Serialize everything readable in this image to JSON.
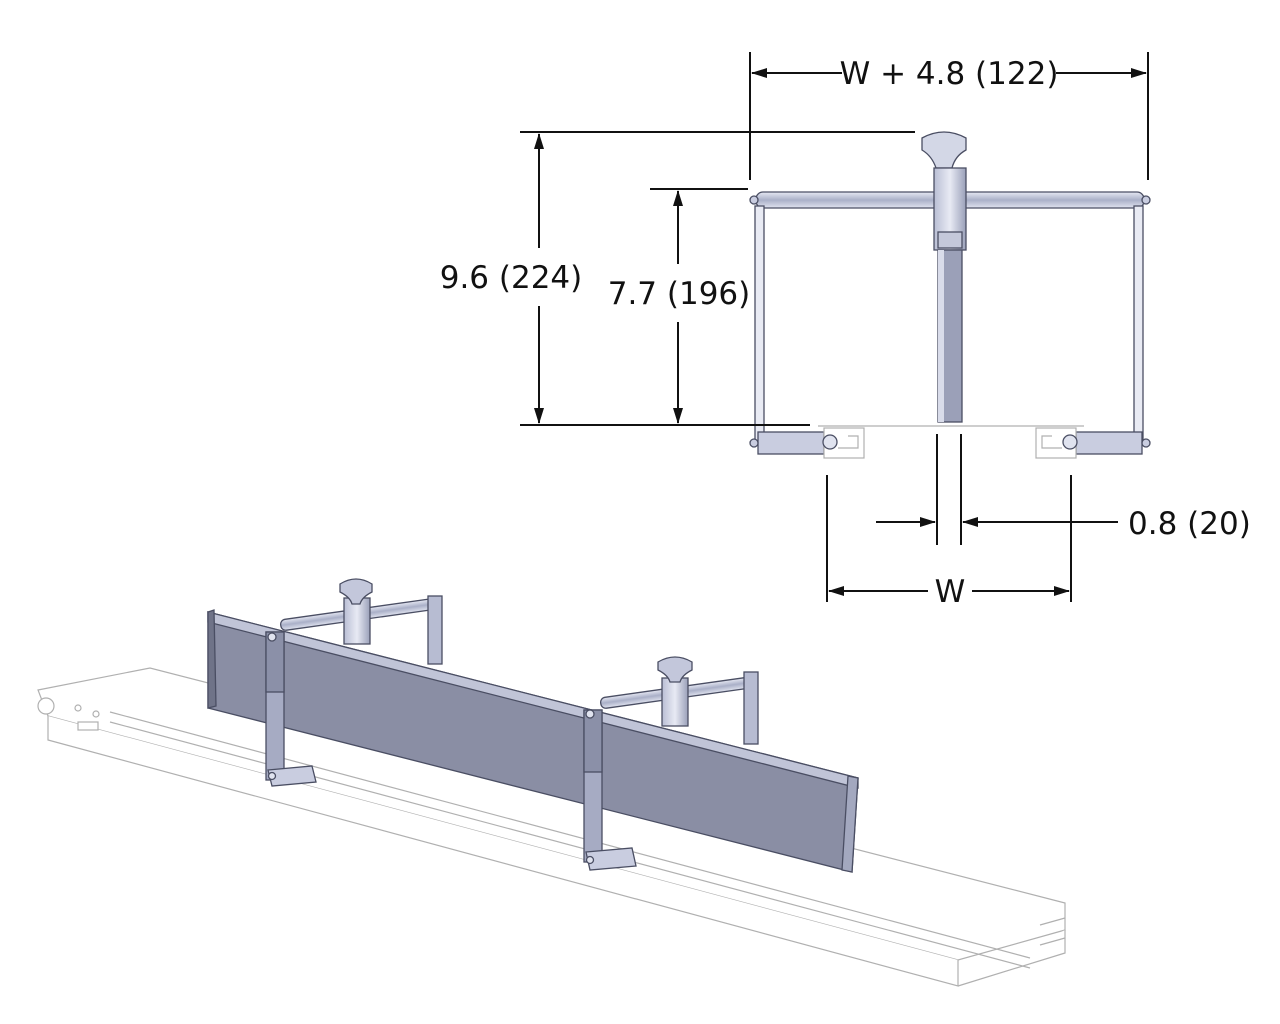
{
  "dimensions": {
    "overall_width": "W + 4.8 (122)",
    "overall_height": "9.6 (224)",
    "inner_height": "7.7 (196)",
    "gap": "0.8 (20)",
    "belt_width": "W"
  },
  "colors": {
    "part_light": "#c9cde0",
    "part_mid": "#a8aec6",
    "part_dark": "#7f8499",
    "outline": "#4a4e63",
    "rail": "#b0b0b0",
    "dim_line": "#111111"
  }
}
